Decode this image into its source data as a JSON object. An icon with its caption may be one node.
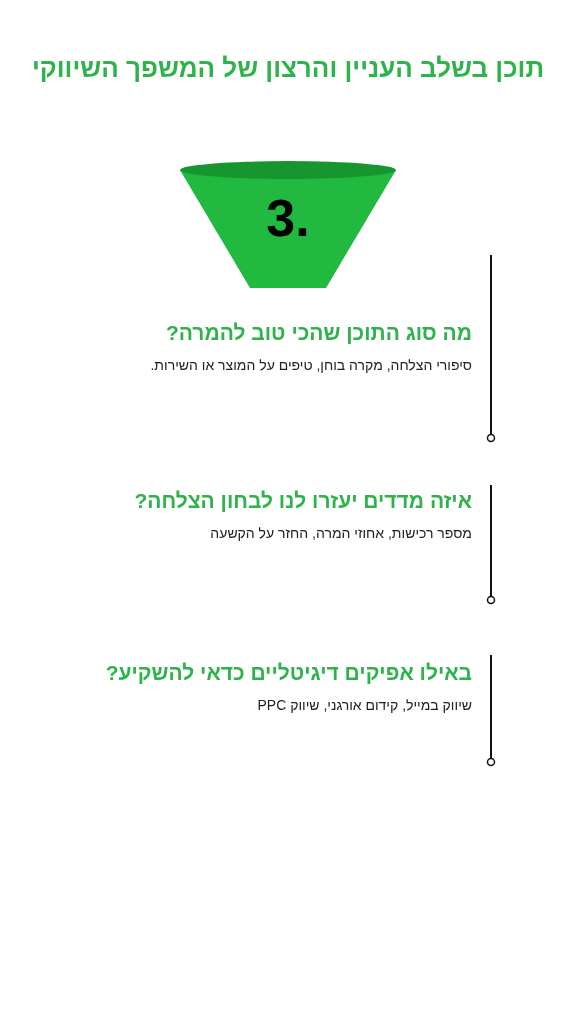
{
  "diagram": {
    "title": "תוכן בשלב העניין והרצון של המשפך השיווקי",
    "nodes": [
      {
        "text": [
          "3."
        ]
      }
    ],
    "edges": [],
    "labels": [
      "מה סוג התוכן שהכי טוב להמרה?",
      "סיפורי הצלחה, מקרה בוחן, טיפים על המוצר או השירות.",
      "איזה מדדים יעזרו לנו לבחון הצלחה?",
      "מספר רכישות, אחוזי המרה, החזר על הקשעה",
      "באילו אפיקים דיגיטליים כדאי להשקיע?",
      "שיווק במייל, קידום אורגני, שיווק PPC"
    ]
  }
}
